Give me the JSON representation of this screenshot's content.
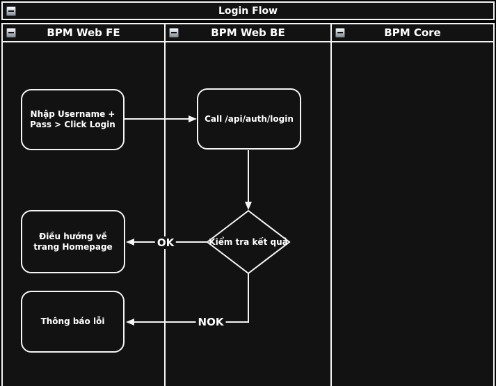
{
  "diagram": {
    "title": "Login Flow",
    "lanes": [
      {
        "label": "BPM Web FE"
      },
      {
        "label": "BPM Web BE"
      },
      {
        "label": "BPM Core"
      }
    ],
    "nodes": [
      {
        "id": "input-credentials",
        "type": "rounded-rect",
        "lane": "BPM Web FE",
        "label": "Nhập Username + Pass > Click Login"
      },
      {
        "id": "call-login-api",
        "type": "rounded-rect",
        "lane": "BPM Web BE",
        "label": "Call /api/auth/login"
      },
      {
        "id": "check-result",
        "type": "decision-diamond",
        "lane": "BPM Web BE",
        "label": "Kiểm tra kết quả"
      },
      {
        "id": "redirect-homepage",
        "type": "rounded-rect",
        "lane": "BPM Web FE",
        "label": "Điều hướng về trang Homepage"
      },
      {
        "id": "show-error",
        "type": "rounded-rect",
        "lane": "BPM Web FE",
        "label": "Thông báo lỗi"
      }
    ],
    "edges": [
      {
        "from": "input-credentials",
        "to": "call-login-api",
        "label": ""
      },
      {
        "from": "call-login-api",
        "to": "check-result",
        "label": ""
      },
      {
        "from": "check-result",
        "to": "redirect-homepage",
        "label": "OK"
      },
      {
        "from": "check-result",
        "to": "show-error",
        "label": "NOK"
      }
    ],
    "icons": {
      "collapse": "minus"
    },
    "colors": {
      "background": "#050505",
      "fill": "#121212",
      "stroke": "#f5f5f5",
      "text": "#ffffff"
    }
  }
}
